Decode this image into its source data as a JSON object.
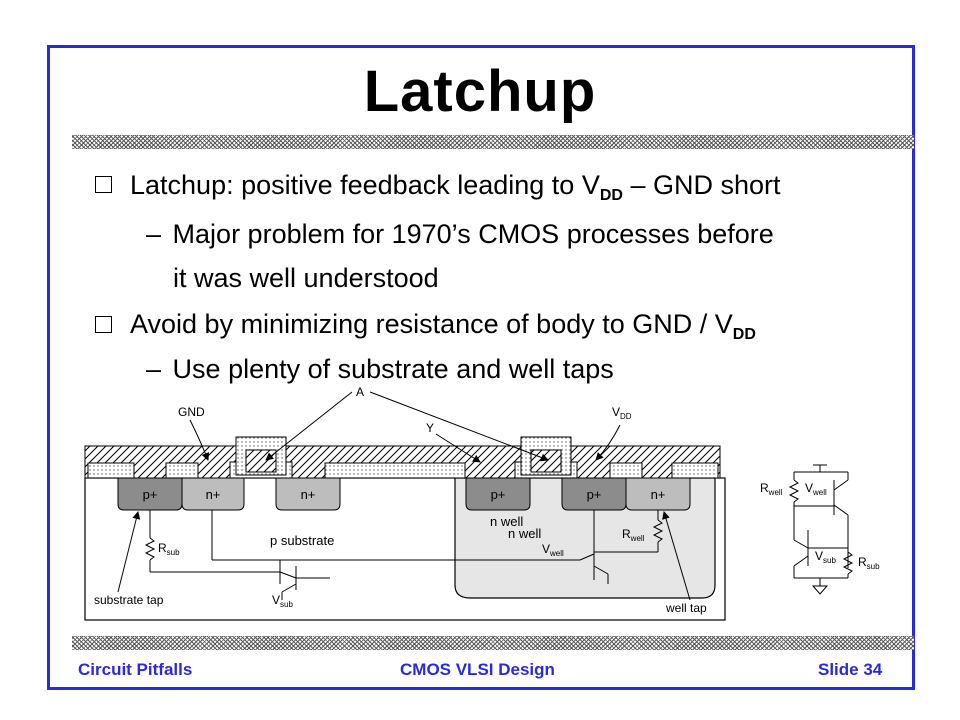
{
  "title": "Latchup",
  "bullets": [
    {
      "prefix": "Latchup: positive feedback leading to V",
      "sub": "DD",
      "suffix": " – GND short"
    },
    {
      "dash": "–",
      "text": "Major problem for 1970’s CMOS processes before"
    },
    {
      "text": "it was well understood"
    },
    {
      "prefix": "Avoid by minimizing resistance of body to GND / V",
      "sub": "DD"
    },
    {
      "dash": "–",
      "text": "Use plenty of substrate and well taps"
    }
  ],
  "diagram": {
    "labels": {
      "gnd": "GND",
      "a": "A",
      "y": "Y",
      "vdd_main": "V",
      "vdd_sub": "DD",
      "p_plus": "p+",
      "n_plus": "n+",
      "p_substrate": "p substrate",
      "n_well": "n well",
      "r": "R",
      "sub": "sub",
      "well": "well",
      "v": "V",
      "substrate_tap": "substrate tap",
      "well_tap": "well tap"
    }
  },
  "footer": {
    "left": "Circuit Pitfalls",
    "center": "CMOS VLSI Design",
    "right": "Slide 34"
  },
  "colors": {
    "frame": "#2a2ad6",
    "footer_text": "#2a2ad6",
    "nwell_fill": "#e6e6e6",
    "diffusion_fill": "#bdbdbd",
    "p_plus_fill": "#8c8c8c"
  }
}
